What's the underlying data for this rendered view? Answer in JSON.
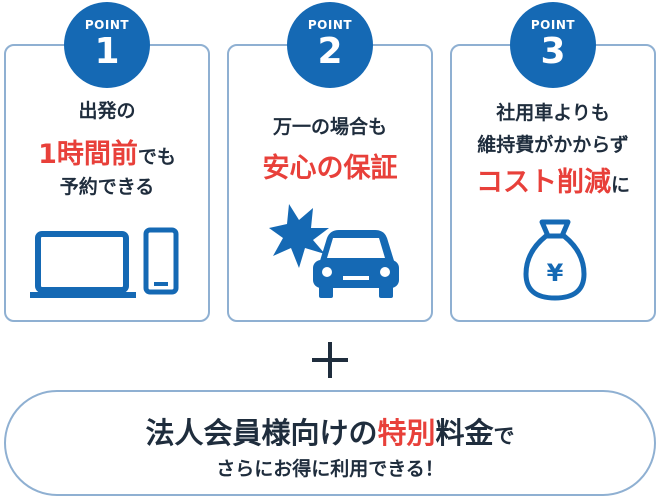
{
  "points": [
    {
      "badge_label": "POINT",
      "badge_number": "1",
      "line1": "出発の",
      "line2_red": "1時間前",
      "line2_tail": "でも",
      "line3": "予約できる",
      "illustration": "laptop-and-phone-icon"
    },
    {
      "badge_label": "POINT",
      "badge_number": "2",
      "line1": "万一の場合も",
      "line2_red": "安心の保証",
      "illustration": "car-crash-icon"
    },
    {
      "badge_label": "POINT",
      "badge_number": "3",
      "line1": "社用車よりも",
      "line2": "維持費がかからず",
      "line3_red": "コスト削減",
      "line3_tail": "に",
      "illustration": "money-bag-yen-icon"
    }
  ],
  "plus_icon": "plus-icon",
  "banner": {
    "head": "法人会員様向けの",
    "red": "特別",
    "mid": "料金",
    "tail": "で",
    "sub": "さらにお得に利用できる！"
  },
  "colors": {
    "badge_blue": "#1569b4",
    "accent_red": "#e8403a",
    "text_dark": "#1f2d3d",
    "border": "#8fb0d2"
  }
}
